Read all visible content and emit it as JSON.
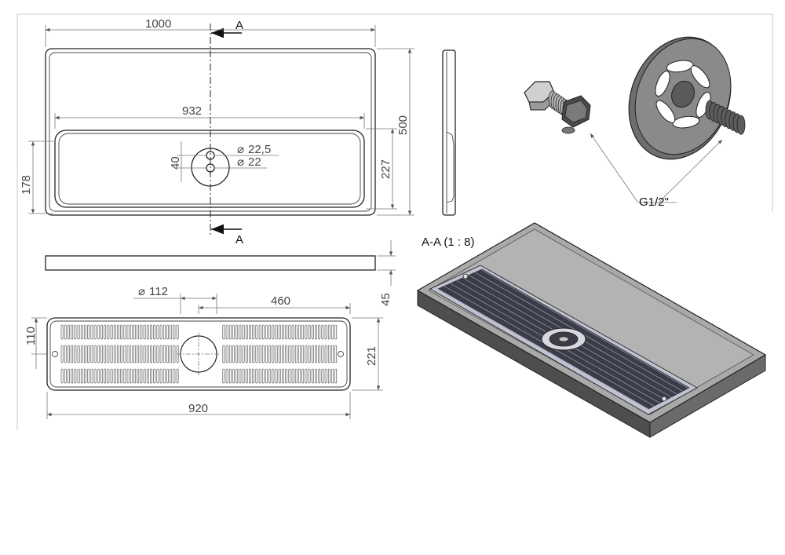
{
  "drawing": {
    "top_view": {
      "overall_length": "1000",
      "inner_length": "932",
      "overall_width": "500",
      "inner_depth": "227",
      "recess_depth": "178",
      "hole_offset": "40",
      "hole_dia_a": "22,5",
      "hole_dia_b": "22",
      "section_letter": "A",
      "diameter_symbol": "⌀"
    },
    "side_view": {
      "thickness": "45"
    },
    "grate_view": {
      "hole_dia": "112",
      "hole_offset": "460",
      "height_a": "110",
      "height_b": "221",
      "length": "920"
    },
    "fitting": {
      "thread_label": "G1/2\""
    },
    "section_view": {
      "label": "A-A (1 : 8)"
    },
    "colors": {
      "line": "#222222",
      "dim_line": "#777777",
      "tray_fill": "#a6a6a6",
      "grate_fill": "#b7b9c8",
      "grate_dark": "#3b3c47"
    }
  }
}
